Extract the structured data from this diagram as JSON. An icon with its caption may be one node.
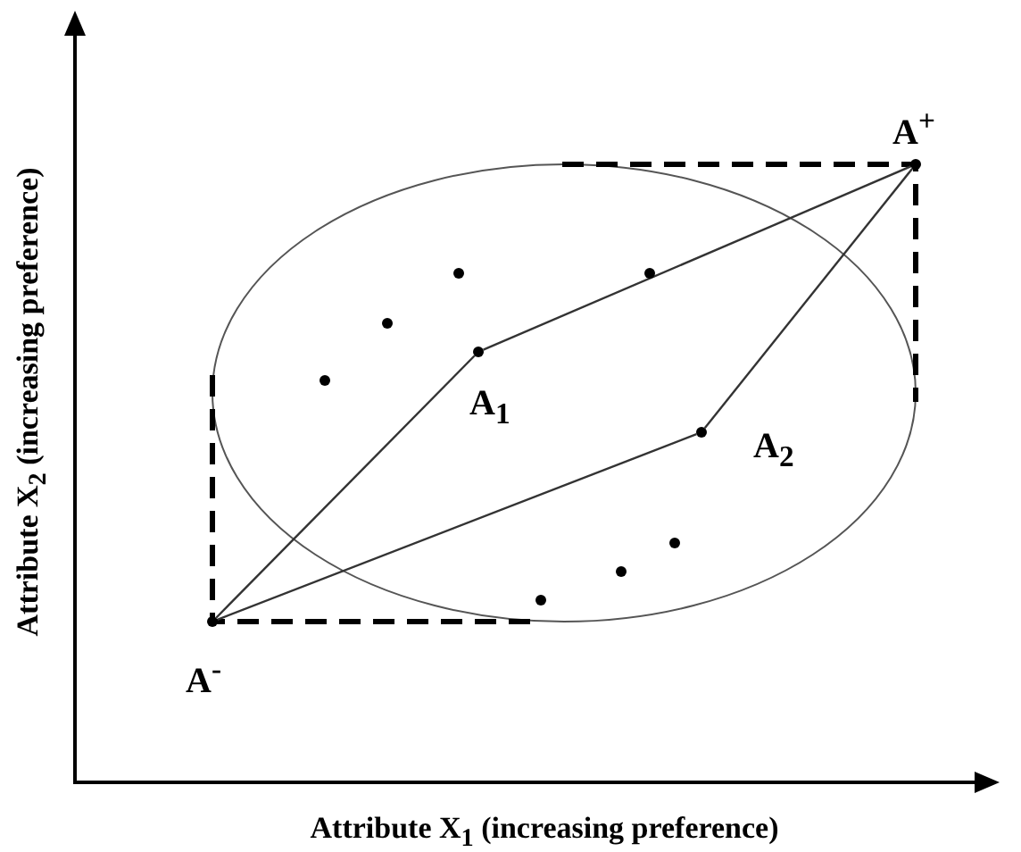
{
  "diagram": {
    "nodes": [
      {
        "text": [],
        "shape": "circle",
        "beside": [
          "A$^{+}$"
        ]
      },
      {
        "text": [],
        "shape": "circle",
        "beside": [
          "A$_{1}$"
        ]
      },
      {
        "text": [],
        "shape": "circle",
        "beside": [
          "A$_{2}$"
        ]
      },
      {
        "text": [],
        "shape": "circle",
        "beside": [
          "A$^{-}$"
        ]
      }
    ],
    "edges": [
      {
        "from": 3,
        "to": 1,
        "arrow": "none"
      },
      {
        "from": 1,
        "to": 0,
        "arrow": "none"
      },
      {
        "from": 3,
        "to": 2,
        "arrow": "none"
      },
      {
        "from": 2,
        "to": 0,
        "arrow": "none"
      }
    ],
    "labels": [
      "Attribute X$_{2}$ (increasing preference)",
      "Attribute X$_{1}$ (increasing preference)"
    ]
  }
}
